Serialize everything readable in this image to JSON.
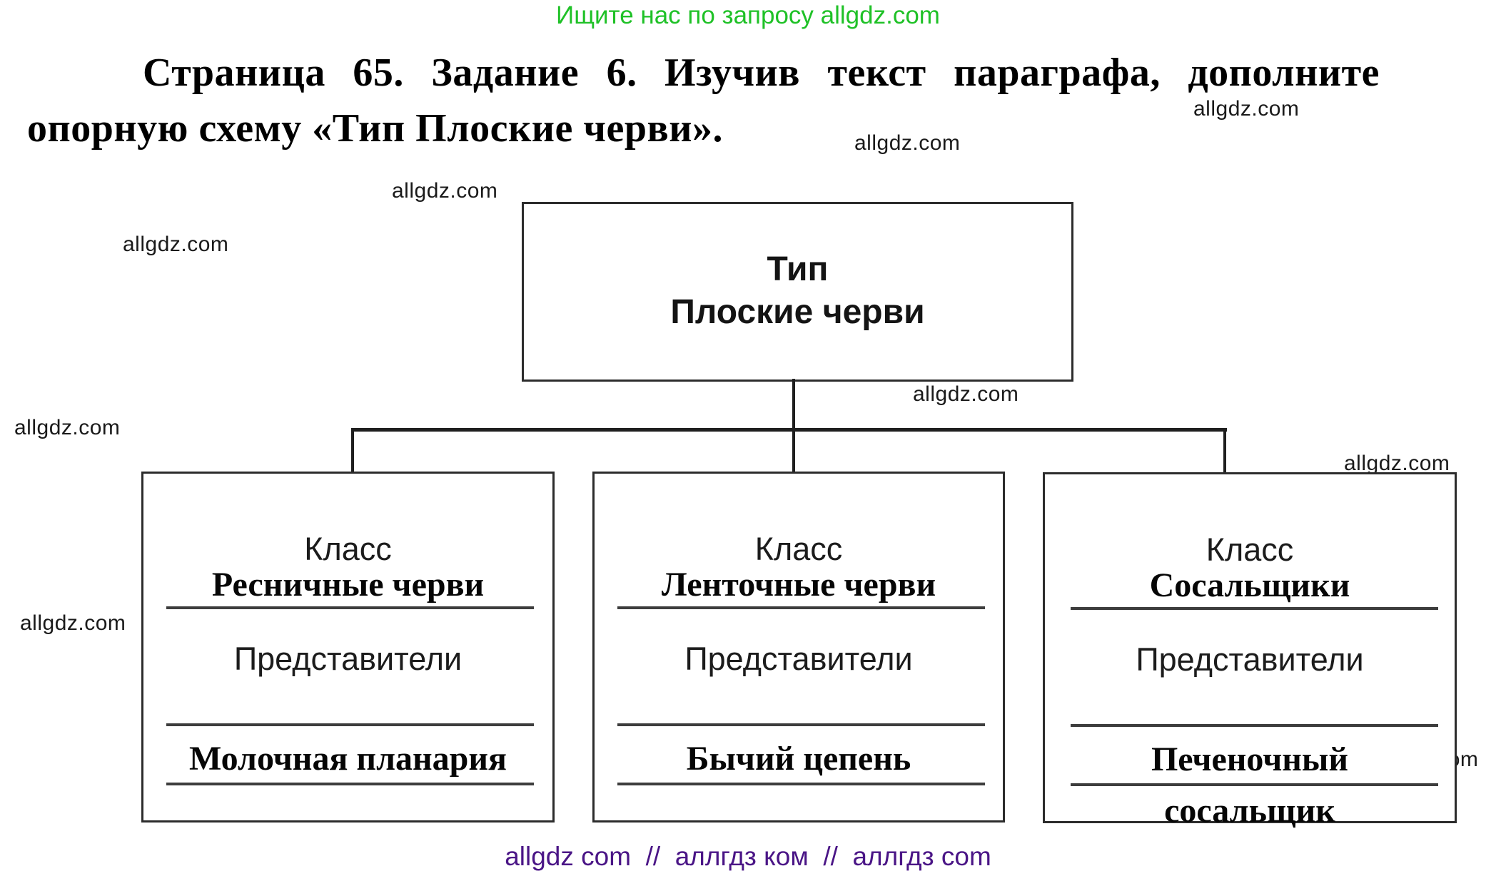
{
  "page": {
    "top_banner": {
      "text": "Ищите нас по запросу allgdz.com",
      "color": "#1fc127"
    },
    "heading": {
      "line1": "Страница 65. Задание 6. Изучив текст параграфа, дополните",
      "line2": "опорную схему «Тип Плоские черви»."
    },
    "watermark_text": "allgdz.com",
    "footer": {
      "text": "allgdz com  //  аллгдз ком  //  аллгдз com",
      "color": "#4a1586"
    }
  },
  "diagram": {
    "root": {
      "line1": "Тип",
      "line2": "Плоские черви"
    },
    "class_label": "Класс",
    "representatives_label": "Представители",
    "classes": [
      {
        "name": "Ресничные черви",
        "representative": "Молочная планария"
      },
      {
        "name": "Ленточные черви",
        "representative": "Бычий цепень"
      },
      {
        "name": "Сосальщики",
        "representative": "Печеночный",
        "representative_line2": "сосальщик"
      }
    ]
  }
}
